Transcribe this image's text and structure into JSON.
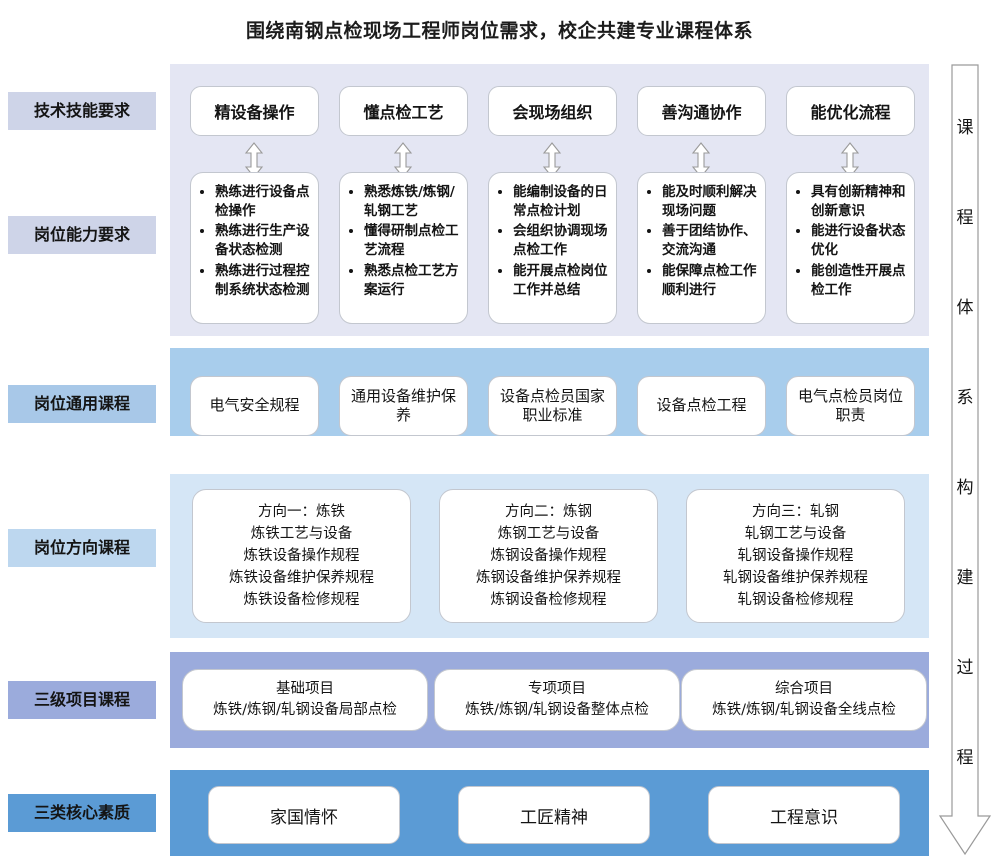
{
  "title": "围绕南钢点检现场工程师岗位需求，校企共建专业课程体系",
  "row_labels": {
    "tech": "技术技能要求",
    "ability": "岗位能力要求",
    "general": "岗位通用课程",
    "direction": "岗位方向课程",
    "project": "三级项目课程",
    "core": "三类核心素质"
  },
  "skills": [
    "精设备操作",
    "懂点检工艺",
    "会现场组织",
    "善沟通协作",
    "能优化流程"
  ],
  "abilities": [
    [
      "熟练进行设备点检操作",
      "熟练进行生产设备状态检测",
      "熟练进行过程控制系统状态检测"
    ],
    [
      "熟悉炼铁/炼钢/轧钢工艺",
      "懂得研制点检工艺流程",
      "熟悉点检工艺方案运行"
    ],
    [
      "能编制设备的日常点检计划",
      "会组织协调现场点检工作",
      "能开展点检岗位工作并总结"
    ],
    [
      "能及时顺利解决现场问题",
      "善于团结协作、交流沟通",
      "能保障点检工作顺利进行"
    ],
    [
      "具有创新精神和创新意识",
      "能进行设备状态优化",
      "能创造性开展点检工作"
    ]
  ],
  "general_courses": [
    "电气安全规程",
    "通用设备维护保养",
    "设备点检员国家职业标准",
    "设备点检工程",
    "电气点检员岗位职责"
  ],
  "direction_courses": [
    {
      "head": "方向一：炼铁",
      "lines": [
        "炼铁工艺与设备",
        "炼铁设备操作规程",
        "炼铁设备维护保养规程",
        "炼铁设备检修规程"
      ]
    },
    {
      "head": "方向二：炼钢",
      "lines": [
        "炼钢工艺与设备",
        "炼钢设备操作规程",
        "炼钢设备维护保养规程",
        "炼钢设备检修规程"
      ]
    },
    {
      "head": "方向三：轧钢",
      "lines": [
        "轧钢工艺与设备",
        "轧钢设备操作规程",
        "轧钢设备维护保养规程",
        "轧钢设备检修规程"
      ]
    }
  ],
  "project_courses": [
    {
      "head": "基础项目",
      "detail": "炼铁/炼钢/轧钢设备局部点检"
    },
    {
      "head": "专项项目",
      "detail": "炼铁/炼钢/轧钢设备整体点检"
    },
    {
      "head": "综合项目",
      "detail": "炼铁/炼钢/轧钢设备全线点检"
    }
  ],
  "core_qualities": [
    "家国情怀",
    "工匠精神",
    "工程意识"
  ],
  "right_arrow_text": [
    "课",
    "程",
    "体",
    "系",
    "构",
    "建",
    "过",
    "程"
  ],
  "colors": {
    "band_skills": "#e4e6f3",
    "band_general": "#a8cdec",
    "band_direction": "#d5e6f6",
    "band_project": "#9babdc",
    "band_core": "#5b9bd5",
    "label_tech": "#ced4e8",
    "label_general": "#a8c8e8",
    "label_direction": "#bdd7ef",
    "label_project": "#9babdc",
    "label_core": "#5b9bd5",
    "card_fill": "#ffffff",
    "card_border": "#c3c7cf",
    "text": "#141414"
  }
}
